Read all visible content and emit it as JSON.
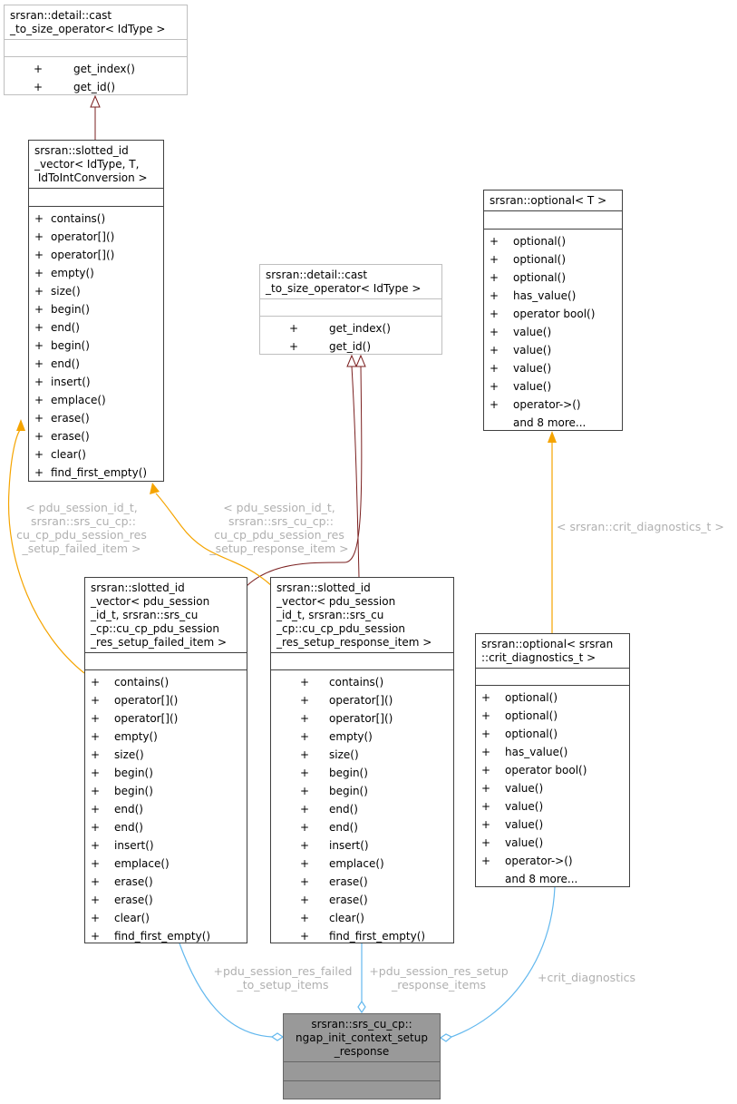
{
  "boxes": {
    "cast_top": {
      "title": "srsran::detail::cast\n_to_size_operator< IdType >",
      "methods": [
        {
          "vis": "+",
          "name": "get_index()"
        },
        {
          "vis": "+",
          "name": "get_id()"
        }
      ]
    },
    "cast_mid": {
      "title": "srsran::detail::cast\n_to_size_operator< IdType >",
      "methods": [
        {
          "vis": "+",
          "name": "get_index()"
        },
        {
          "vis": "+",
          "name": "get_id()"
        }
      ]
    },
    "slotted_generic": {
      "title": "srsran::slotted_id\n_vector< IdType, T,\n IdToIntConversion >",
      "methods": [
        {
          "vis": "+",
          "name": "contains()"
        },
        {
          "vis": "+",
          "name": "operator[]()"
        },
        {
          "vis": "+",
          "name": "operator[]()"
        },
        {
          "vis": "+",
          "name": "empty()"
        },
        {
          "vis": "+",
          "name": "size()"
        },
        {
          "vis": "+",
          "name": "begin()"
        },
        {
          "vis": "+",
          "name": "end()"
        },
        {
          "vis": "+",
          "name": "begin()"
        },
        {
          "vis": "+",
          "name": "end()"
        },
        {
          "vis": "+",
          "name": "insert()"
        },
        {
          "vis": "+",
          "name": "emplace()"
        },
        {
          "vis": "+",
          "name": "erase()"
        },
        {
          "vis": "+",
          "name": "erase()"
        },
        {
          "vis": "+",
          "name": "clear()"
        },
        {
          "vis": "+",
          "name": "find_first_empty()"
        }
      ]
    },
    "optional_generic": {
      "title": "srsran::optional< T >",
      "methods": [
        {
          "vis": "+",
          "name": "optional()"
        },
        {
          "vis": "+",
          "name": "optional()"
        },
        {
          "vis": "+",
          "name": "optional()"
        },
        {
          "vis": "+",
          "name": "has_value()"
        },
        {
          "vis": "+",
          "name": "operator bool()"
        },
        {
          "vis": "+",
          "name": "value()"
        },
        {
          "vis": "+",
          "name": "value()"
        },
        {
          "vis": "+",
          "name": "value()"
        },
        {
          "vis": "+",
          "name": "value()"
        },
        {
          "vis": "+",
          "name": "operator->()"
        },
        {
          "vis": "",
          "name": "and 8 more..."
        }
      ]
    },
    "slotted_failed": {
      "title": "srsran::slotted_id\n_vector< pdu_session\n_id_t, srsran::srs_cu\n_cp::cu_cp_pdu_session\n_res_setup_failed_item >",
      "methods": [
        {
          "vis": "+",
          "name": "contains()"
        },
        {
          "vis": "+",
          "name": "operator[]()"
        },
        {
          "vis": "+",
          "name": "operator[]()"
        },
        {
          "vis": "+",
          "name": "empty()"
        },
        {
          "vis": "+",
          "name": "size()"
        },
        {
          "vis": "+",
          "name": "begin()"
        },
        {
          "vis": "+",
          "name": "begin()"
        },
        {
          "vis": "+",
          "name": "end()"
        },
        {
          "vis": "+",
          "name": "end()"
        },
        {
          "vis": "+",
          "name": "insert()"
        },
        {
          "vis": "+",
          "name": "emplace()"
        },
        {
          "vis": "+",
          "name": "erase()"
        },
        {
          "vis": "+",
          "name": "erase()"
        },
        {
          "vis": "+",
          "name": "clear()"
        },
        {
          "vis": "+",
          "name": "find_first_empty()"
        }
      ]
    },
    "slotted_response": {
      "title": "srsran::slotted_id\n_vector< pdu_session\n_id_t, srsran::srs_cu\n_cp::cu_cp_pdu_session\n_res_setup_response_item >",
      "methods": [
        {
          "vis": "+",
          "name": "contains()"
        },
        {
          "vis": "+",
          "name": "operator[]()"
        },
        {
          "vis": "+",
          "name": "operator[]()"
        },
        {
          "vis": "+",
          "name": "empty()"
        },
        {
          "vis": "+",
          "name": "size()"
        },
        {
          "vis": "+",
          "name": "begin()"
        },
        {
          "vis": "+",
          "name": "begin()"
        },
        {
          "vis": "+",
          "name": "end()"
        },
        {
          "vis": "+",
          "name": "end()"
        },
        {
          "vis": "+",
          "name": "insert()"
        },
        {
          "vis": "+",
          "name": "emplace()"
        },
        {
          "vis": "+",
          "name": "erase()"
        },
        {
          "vis": "+",
          "name": "erase()"
        },
        {
          "vis": "+",
          "name": "clear()"
        },
        {
          "vis": "+",
          "name": "find_first_empty()"
        }
      ]
    },
    "optional_crit": {
      "title": "srsran::optional< srsran\n::crit_diagnostics_t >",
      "methods": [
        {
          "vis": "+",
          "name": "optional()"
        },
        {
          "vis": "+",
          "name": "optional()"
        },
        {
          "vis": "+",
          "name": "optional()"
        },
        {
          "vis": "+",
          "name": "has_value()"
        },
        {
          "vis": "+",
          "name": "operator bool()"
        },
        {
          "vis": "+",
          "name": "value()"
        },
        {
          "vis": "+",
          "name": "value()"
        },
        {
          "vis": "+",
          "name": "value()"
        },
        {
          "vis": "+",
          "name": "value()"
        },
        {
          "vis": "+",
          "name": "operator->()"
        },
        {
          "vis": "",
          "name": "and 8 more..."
        }
      ]
    },
    "focus": {
      "title": "srsran::srs_cu_cp::\nngap_init_context_setup\n_response"
    }
  },
  "edge_labels": {
    "failed_template": "< pdu_session_id_t,\n srsran::srs_cu_cp::\ncu_cp_pdu_session_res\n_setup_failed_item >",
    "response_template": "< pdu_session_id_t,\n srsran::srs_cu_cp::\ncu_cp_pdu_session_res\n_setup_response_item >",
    "crit_template": "< srsran::crit_diagnostics_t >",
    "failed_member": "+pdu_session_res_failed\n_to_setup_items",
    "response_member": "+pdu_session_res_setup\n_response_items",
    "crit_member": "+crit_diagnostics"
  },
  "colors": {
    "inheritance": "#7a1f1f",
    "template_instance": "#f5a400",
    "usage": "#63b8ee",
    "focus_fill": "#999999"
  }
}
